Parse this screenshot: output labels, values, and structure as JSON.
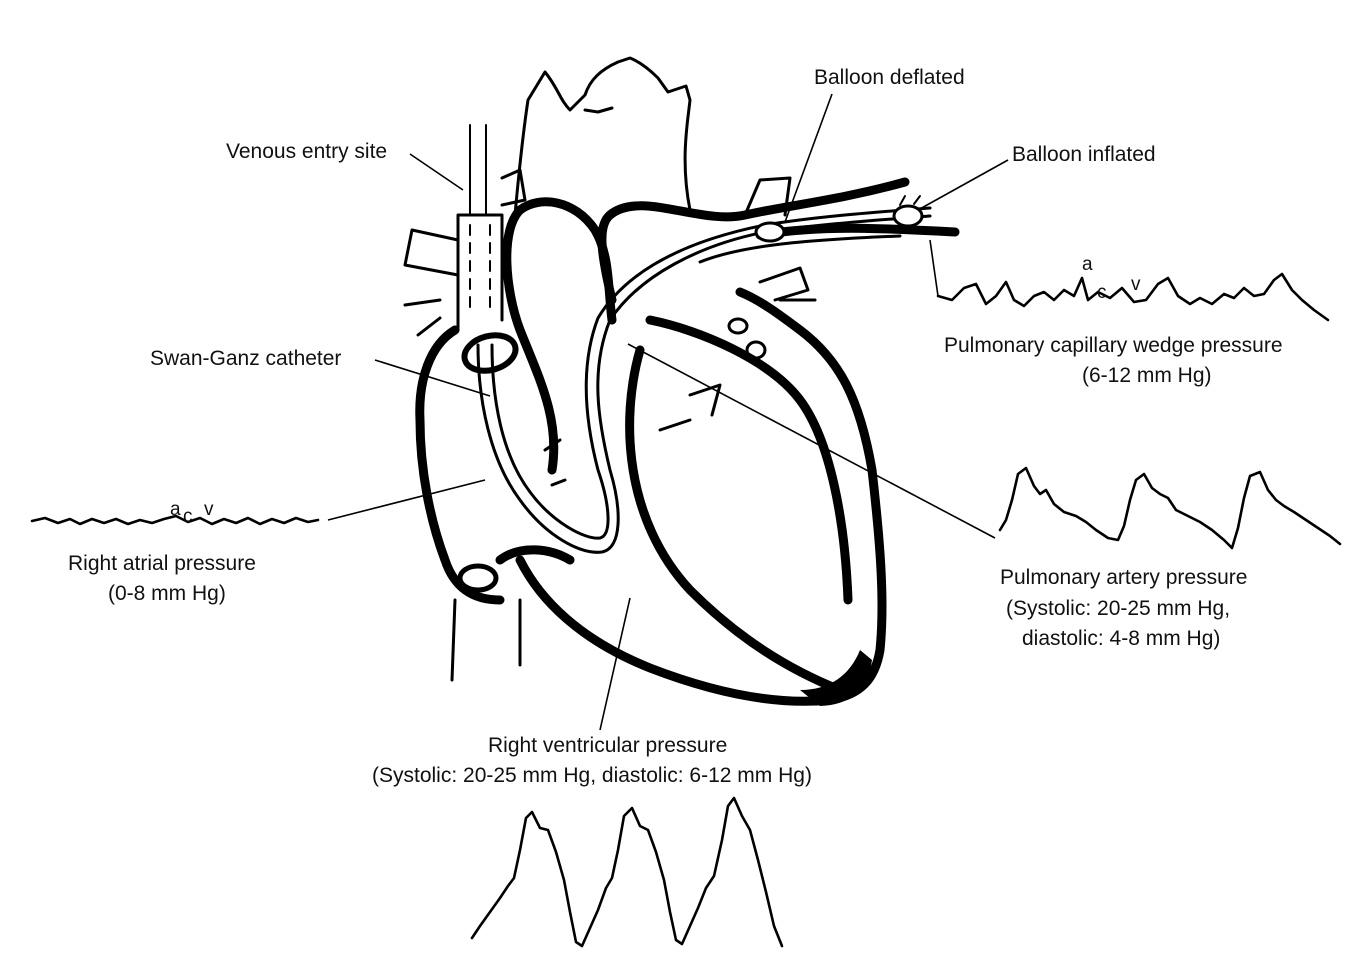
{
  "labels": {
    "venous_entry_site": "Venous entry site",
    "balloon_deflated": "Balloon deflated",
    "balloon_inflated": "Balloon inflated",
    "swan_ganz_catheter": "Swan-Ganz catheter",
    "right_atrial_pressure": {
      "title": "Right atrial pressure",
      "range": "(0-8 mm Hg)",
      "wave_letters": {
        "a": "a",
        "c": "c",
        "v": "v"
      }
    },
    "pulmonary_capillary_wedge_pressure": {
      "title": "Pulmonary capillary wedge pressure",
      "range": "(6-12 mm Hg)",
      "wave_letters": {
        "a": "a",
        "c": "c",
        "v": "v"
      }
    },
    "pulmonary_artery_pressure": {
      "title": "Pulmonary artery pressure",
      "line2": "(Systolic: 20-25 mm Hg,",
      "line3": "diastolic: 4-8 mm Hg)"
    },
    "right_ventricular_pressure": {
      "title": "Right ventricular pressure",
      "line2": "(Systolic: 20-25 mm Hg, diastolic: 6-12 mm Hg)"
    }
  }
}
